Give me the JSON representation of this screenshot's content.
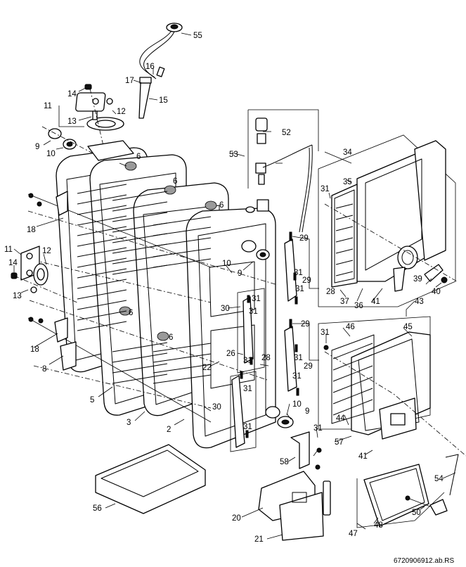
{
  "diagram": {
    "reference_code": "6720906912.ab.RS",
    "labels": {
      "l2": "2",
      "l3": "3",
      "l5": "5",
      "l6a": "6",
      "l6b": "6",
      "l6c": "6",
      "l6d": "6",
      "l6e": "6",
      "l8": "8",
      "l9a": "9",
      "l9b": "9",
      "l9c": "9",
      "l10a": "10",
      "l10b": "10",
      "l10c": "10",
      "l11a": "11",
      "l11b": "11",
      "l12a": "12",
      "l12b": "12",
      "l13a": "13",
      "l13b": "13",
      "l14a": "14",
      "l14b": "14",
      "l15": "15",
      "l16": "16",
      "l17": "17",
      "l18a": "18",
      "l18b": "18",
      "l20": "20",
      "l21": "21",
      "l22": "22",
      "l26": "26",
      "l28a": "28",
      "l28b": "28",
      "l29a": "29",
      "l29b": "29",
      "l29c": "29",
      "l29d": "29",
      "l30a": "30",
      "l30b": "30",
      "l31a": "31",
      "l31b": "31",
      "l31c": "31",
      "l31d": "31",
      "l31e": "31",
      "l31f": "31",
      "l31g": "31",
      "l31h": "31",
      "l31i": "31",
      "l31j": "31",
      "l31k": "31",
      "l31l": "31",
      "l34": "34",
      "l35": "35",
      "l36": "36",
      "l37": "37",
      "l39": "39",
      "l40": "40",
      "l41a": "41",
      "l41b": "41",
      "l43": "43",
      "l44": "44",
      "l45": "45",
      "l46": "46",
      "l47": "47",
      "l48": "48",
      "l50": "50",
      "l52": "52",
      "l53": "53",
      "l54": "54",
      "l55": "55",
      "l56": "56",
      "l57": "57",
      "l58": "58"
    }
  }
}
